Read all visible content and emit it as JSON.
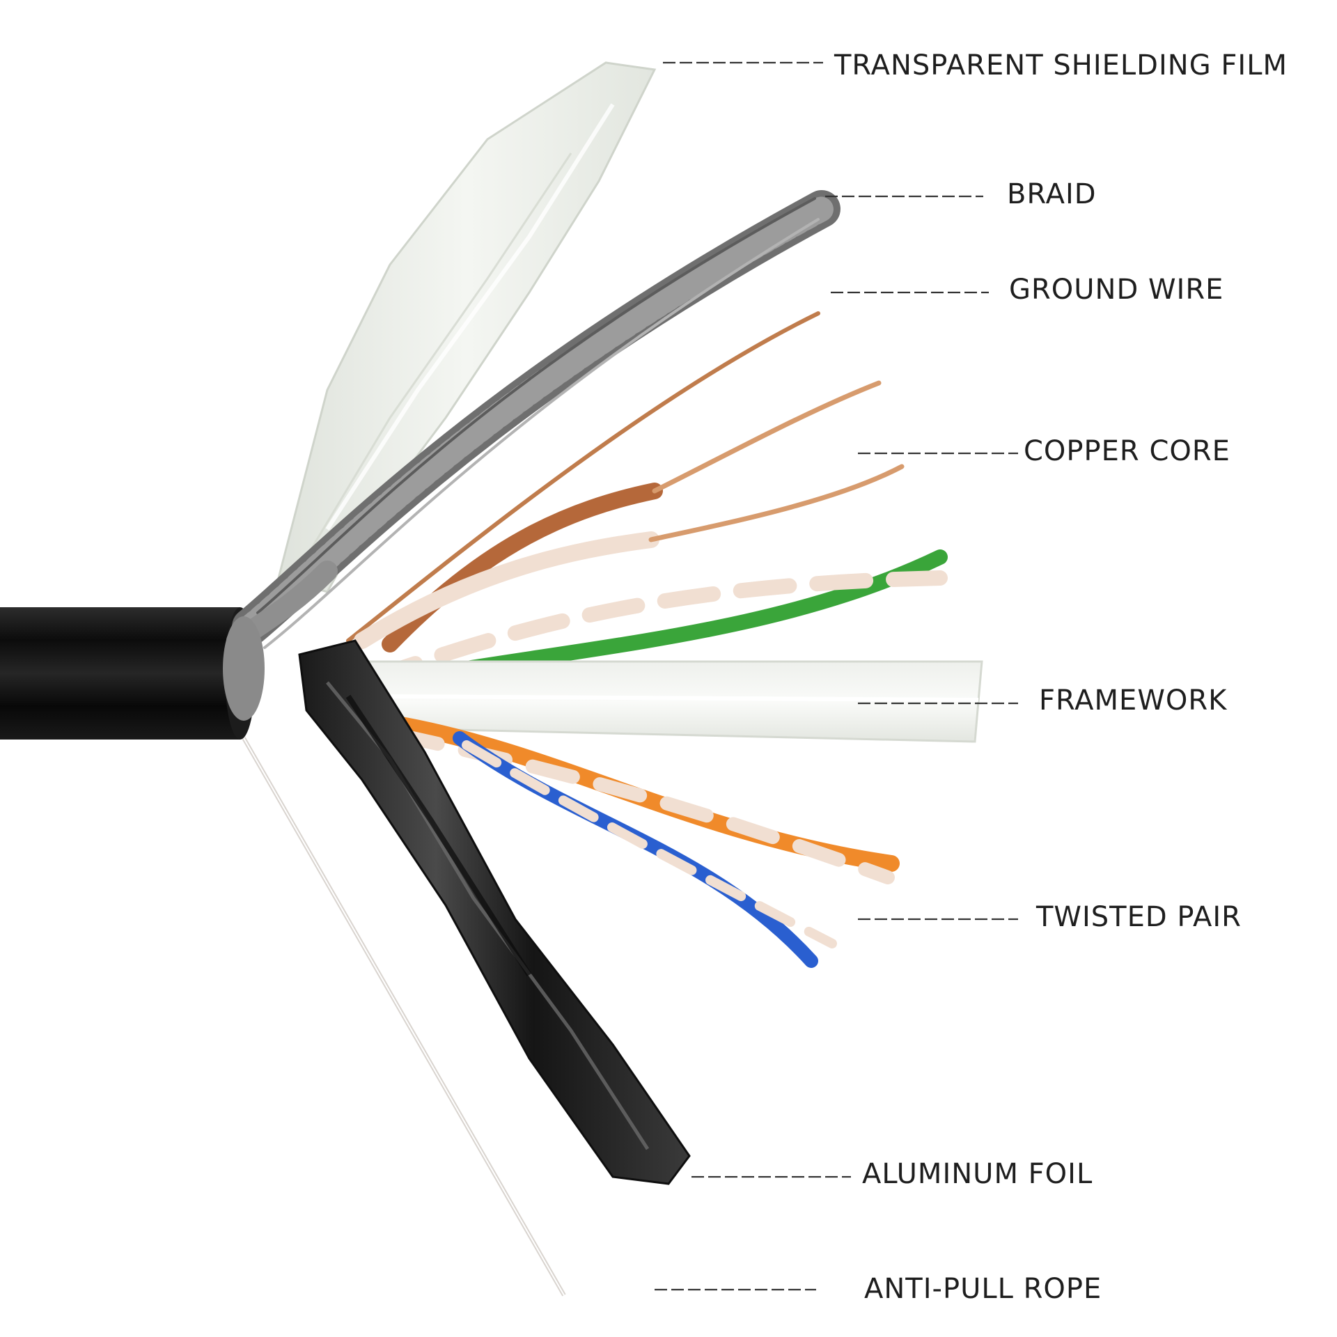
{
  "labels": {
    "shielding_film": "TRANSPARENT SHIELDING FILM",
    "braid": "BRAID",
    "ground_wire": "GROUND WIRE",
    "copper_core": "COPPER CORE",
    "framework": "FRAMEWORK",
    "twisted_pair": "TWISTED PAIR",
    "aluminum_foil": "ALUMINUM FOIL",
    "anti_pull_rope": "ANTI-PULL ROPE"
  },
  "colors": {
    "jacket": "#0e0e0e",
    "braid": "#8a8a8a",
    "copper": "#c98a5b",
    "copper_insulation": "#b5683a",
    "green": "#3aa53a",
    "white_stripe": "#f1dfd2",
    "orange": "#f08a2a",
    "blue": "#2a5fd0",
    "foil": "#2a2a2a",
    "film": "#e9ece6",
    "label_text": "#1e1e1e"
  }
}
